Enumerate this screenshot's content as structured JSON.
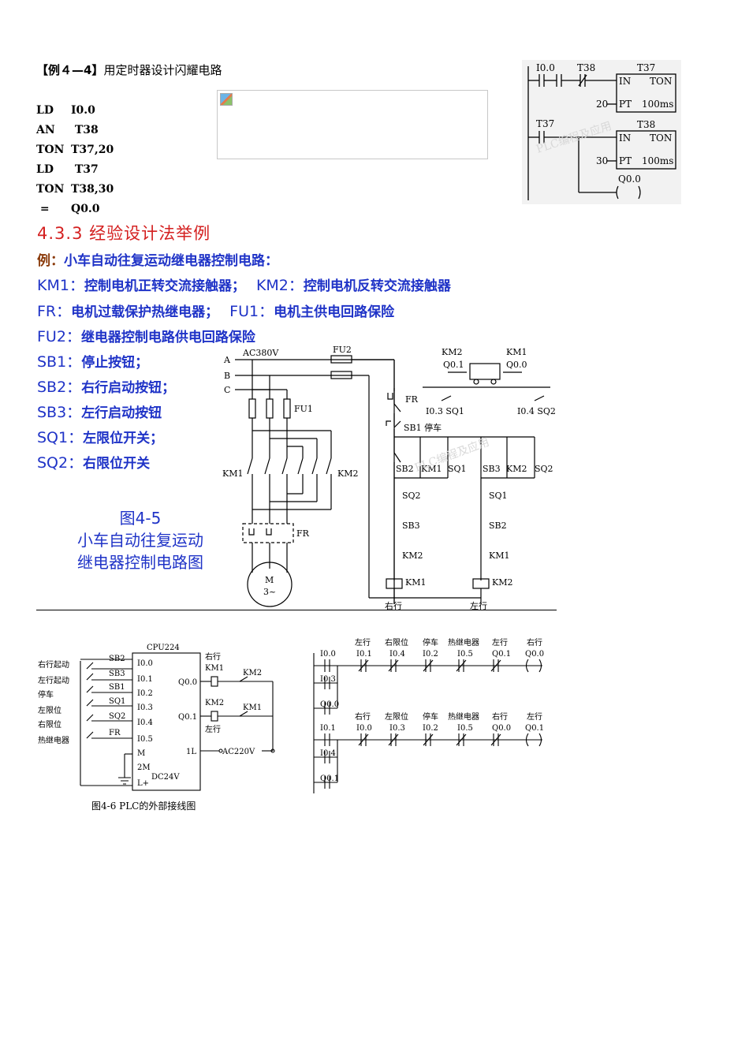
{
  "heading": {
    "prefix": "【例４—4】",
    "text": "用定时器设计闪耀电路"
  },
  "code": [
    {
      "op": "LD",
      "arg": "I0.0"
    },
    {
      "op": "AN",
      "arg": " T38"
    },
    {
      "op": "TON",
      "arg": "T37,20"
    },
    {
      "op": "LD",
      "arg": " T37"
    },
    {
      "op": "TON",
      "arg": "T38,30"
    },
    {
      "op": " =",
      "arg": "Q0.0"
    }
  ],
  "ladder1": {
    "i00": "I0.0",
    "t38": "T38",
    "t37": "T37",
    "t37b": "T37",
    "t38b": "T38",
    "in": "IN",
    "ton": "TON",
    "pt": "PT",
    "ms": "100ms",
    "pt1": "20",
    "pt2": "30",
    "q00": "Q0.0",
    "watermark": "PLC编程及应用"
  },
  "section": {
    "title": "4.3.3  经验设计法举例"
  },
  "desc": [
    {
      "key": "例：",
      "text": "小车自动往复运动继电器控制电路："
    },
    {
      "key": "KM1：",
      "text": "控制电机正转交流接触器；",
      "key2": "KM2：",
      "text2": "控制电机反转交流接触器"
    },
    {
      "key": "FR：",
      "text": "电机过载保护热继电器；",
      "key2": "FU1：",
      "text2": "电机主供电回路保险"
    },
    {
      "key": "FU2：",
      "text": "继电器控制电路供电回路保险"
    },
    {
      "key": "SB1：",
      "text": "停止按钮；"
    },
    {
      "key": "SB2：",
      "text": "右行启动按钮；"
    },
    {
      "key": "SB3：",
      "text": "左行启动按钮"
    },
    {
      "key": "SQ1：",
      "text": "左限位开关；"
    },
    {
      "key": "SQ2：",
      "text": "右限位开关"
    }
  ],
  "figure45": {
    "num": "图4-5",
    "line1": "小车自动往复运动",
    "line2": "继电器控制电路图"
  },
  "circuit": {
    "a": "A",
    "b": "B",
    "c": "C",
    "ac": "AC380V",
    "fu2": "FU2",
    "fu1": "FU1",
    "km1": "KM1",
    "km2": "KM2",
    "fr": "FR",
    "motor": "M",
    "motor2": "3~",
    "cart_km2": "KM2",
    "cart_km1": "KM1",
    "cart_q01": "Q0.1",
    "cart_q00": "Q0.0",
    "sq1": "I0.3  SQ1",
    "sq2": "I0.4  SQ2",
    "sb1": "SB1 停车",
    "sb2": "SB2",
    "sb3": "SB3",
    "sq1b": "SQ1",
    "sq2b": "SQ2",
    "right": "右行",
    "left": "左行",
    "watermark": "PLC编程及应用"
  },
  "wiring": {
    "cpu": "CPU224",
    "inputs": [
      "I0.0",
      "I0.1",
      "I0.2",
      "I0.3",
      "I0.4",
      "I0.5"
    ],
    "m": "M",
    "m2": "2M",
    "lp": "L+",
    "dc": "DC24V",
    "q00": "Q0.0",
    "q01": "Q0.1",
    "l1": "1L",
    "ac": "AC220V",
    "labels": [
      "右行起动",
      "左行起动",
      "停车",
      "左限位",
      "右限位",
      "热继电器"
    ],
    "sw": [
      "SB2",
      "SB3",
      "SB1",
      "SQ1",
      "SQ2",
      "FR"
    ],
    "right": "右行",
    "left": "左行",
    "km1": "KM1",
    "km2": "KM2",
    "km2b": "KM2",
    "km1b": "KM1",
    "caption": "图4-6  PLC的外部接线图"
  },
  "ladder2": {
    "r1_heads": [
      "左行",
      "右限位",
      "停车",
      "热继电器",
      "左行",
      "右行"
    ],
    "r1_addr": [
      "I0.1",
      "I0.4",
      "I0.2",
      "I0.5",
      "Q0.1",
      "Q0.0"
    ],
    "r1_left": [
      "I0.0",
      "I0.3",
      "Q0.0"
    ],
    "r2_heads": [
      "右行",
      "左限位",
      "停车",
      "热继电器",
      "右行",
      "左行"
    ],
    "r2_addr": [
      "I0.0",
      "I0.3",
      "I0.2",
      "I0.5",
      "Q0.0",
      "Q0.1"
    ],
    "r2_left": [
      "I0.1",
      "I0.4",
      "Q0.1"
    ]
  }
}
